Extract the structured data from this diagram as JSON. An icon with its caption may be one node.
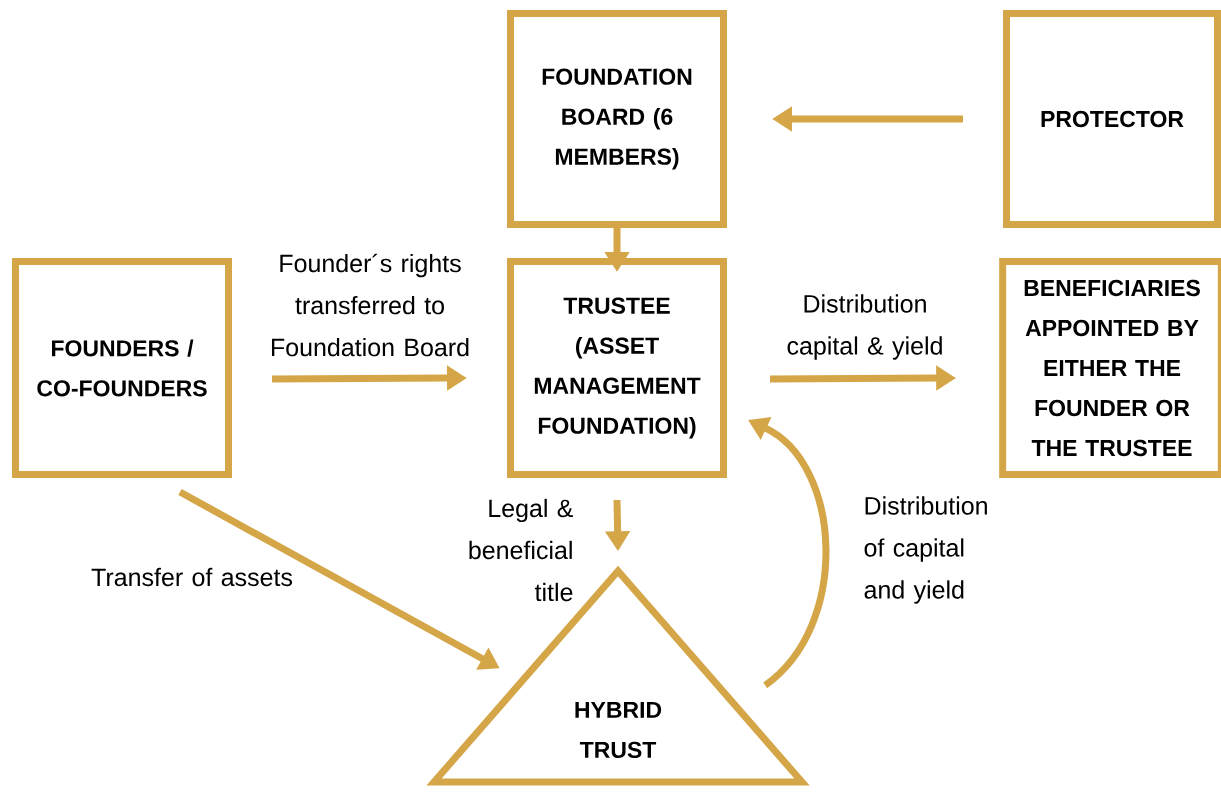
{
  "diagram": {
    "nodes": [
      {
        "text": [
          "FOUNDATION BOARD (6 MEMBERS)"
        ]
      },
      {
        "text": [
          "PROTECTOR"
        ]
      },
      {
        "text": [
          "FOUNDERS / CO-FOUNDERS"
        ]
      },
      {
        "text": [
          "TRUSTEE (ASSET MANAGEMENT FOUNDATION)"
        ]
      },
      {
        "text": [
          "BENEFICIARIES APPOINTED BY EITHER THE FOUNDER OR THE TRUSTEE"
        ]
      },
      {
        "text": [
          "HYBRID TRUST"
        ]
      }
    ],
    "edges": [
      {
        "from": 1,
        "to": 0,
        "arrow": "to"
      },
      {
        "from": 0,
        "to": 3,
        "arrow": "to"
      },
      {
        "from": 2,
        "to": 3,
        "arrow": "to",
        "label": "Founder´s  rights transferred to Foundation Board"
      },
      {
        "from": 3,
        "to": 4,
        "arrow": "to",
        "label": "Distribution capital & yield"
      },
      {
        "from": 3,
        "to": 5,
        "arrow": "to",
        "label": "Legal & beneficial title"
      },
      {
        "from": 2,
        "to": 5,
        "arrow": "to",
        "label": "Transfer of assets"
      },
      {
        "from": 5,
        "to": 3,
        "arrow": "to",
        "label": "Distribution of capital and yield"
      }
    ]
  }
}
